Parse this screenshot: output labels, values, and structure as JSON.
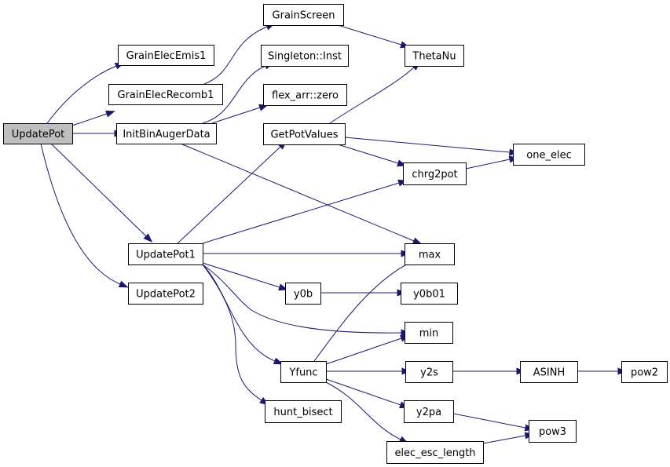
{
  "colors": {
    "edge": "#191970",
    "node_fill": "#ffffff",
    "root_fill": "#bfbfbf",
    "border": "#000000"
  },
  "nodes": [
    {
      "id": "UpdatePot",
      "label": "UpdatePot",
      "root": true
    },
    {
      "id": "GrainElecEmis1",
      "label": "GrainElecEmis1"
    },
    {
      "id": "GrainElecRecomb1",
      "label": "GrainElecRecomb1"
    },
    {
      "id": "InitBinAugerData",
      "label": "InitBinAugerData"
    },
    {
      "id": "UpdatePot1",
      "label": "UpdatePot1"
    },
    {
      "id": "UpdatePot2",
      "label": "UpdatePot2"
    },
    {
      "id": "GrainScreen",
      "label": "GrainScreen"
    },
    {
      "id": "Singleton",
      "label": "Singleton::Inst"
    },
    {
      "id": "flex_arr",
      "label": "flex_arr::zero"
    },
    {
      "id": "GetPotValues",
      "label": "GetPotValues"
    },
    {
      "id": "ThetaNu",
      "label": "ThetaNu"
    },
    {
      "id": "one_elec",
      "label": "one_elec"
    },
    {
      "id": "chrg2pot",
      "label": "chrg2pot"
    },
    {
      "id": "max",
      "label": "max"
    },
    {
      "id": "y0b",
      "label": "y0b"
    },
    {
      "id": "y0b01",
      "label": "y0b01"
    },
    {
      "id": "min",
      "label": "min"
    },
    {
      "id": "Yfunc",
      "label": "Yfunc"
    },
    {
      "id": "y2s",
      "label": "y2s"
    },
    {
      "id": "ASINH",
      "label": "ASINH"
    },
    {
      "id": "pow2",
      "label": "pow2"
    },
    {
      "id": "hunt_bisect",
      "label": "hunt_bisect"
    },
    {
      "id": "y2pa",
      "label": "y2pa"
    },
    {
      "id": "pow3",
      "label": "pow3"
    },
    {
      "id": "elec_esc_length",
      "label": "elec_esc_length"
    }
  ],
  "edges": [
    [
      "UpdatePot",
      "GrainElecEmis1"
    ],
    [
      "UpdatePot",
      "GrainElecRecomb1"
    ],
    [
      "UpdatePot",
      "InitBinAugerData"
    ],
    [
      "UpdatePot",
      "UpdatePot1"
    ],
    [
      "UpdatePot",
      "UpdatePot2"
    ],
    [
      "GrainElecRecomb1",
      "GrainScreen"
    ],
    [
      "GrainScreen",
      "ThetaNu"
    ],
    [
      "InitBinAugerData",
      "Singleton"
    ],
    [
      "InitBinAugerData",
      "flex_arr"
    ],
    [
      "InitBinAugerData",
      "max"
    ],
    [
      "GetPotValues",
      "ThetaNu"
    ],
    [
      "GetPotValues",
      "one_elec"
    ],
    [
      "GetPotValues",
      "chrg2pot"
    ],
    [
      "chrg2pot",
      "one_elec"
    ],
    [
      "UpdatePot1",
      "GetPotValues"
    ],
    [
      "UpdatePot1",
      "chrg2pot"
    ],
    [
      "UpdatePot1",
      "max"
    ],
    [
      "UpdatePot1",
      "y0b"
    ],
    [
      "UpdatePot1",
      "min"
    ],
    [
      "UpdatePot1",
      "Yfunc"
    ],
    [
      "UpdatePot1",
      "hunt_bisect"
    ],
    [
      "y0b",
      "y0b01"
    ],
    [
      "Yfunc",
      "max"
    ],
    [
      "Yfunc",
      "min"
    ],
    [
      "Yfunc",
      "y2s"
    ],
    [
      "Yfunc",
      "y2pa"
    ],
    [
      "Yfunc",
      "elec_esc_length"
    ],
    [
      "y2s",
      "ASINH"
    ],
    [
      "ASINH",
      "pow2"
    ],
    [
      "y2pa",
      "pow3"
    ],
    [
      "elec_esc_length",
      "pow3"
    ]
  ]
}
